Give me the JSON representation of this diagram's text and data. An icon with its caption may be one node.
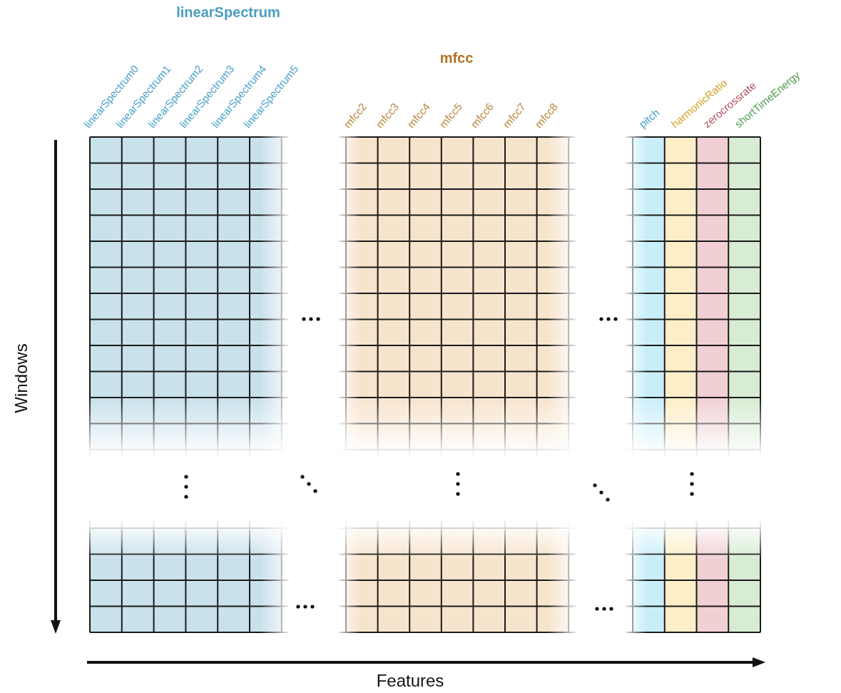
{
  "diagram": {
    "labels": [
      "linearSpectrum",
      "mfcc",
      "linearSpectrum0",
      "linearSpectrum1",
      "linearSpectrum2",
      "linearSpectrum3",
      "linearSpectrum4",
      "linearSpectrum5",
      "mfcc2",
      "mfcc3",
      "mfcc4",
      "mfcc5",
      "mfcc6",
      "mfcc7",
      "mfcc8",
      "pitch",
      "harmonicRatio",
      "zerocrossrate",
      "shortTimeEnergy",
      "Windows",
      "Features"
    ]
  }
}
